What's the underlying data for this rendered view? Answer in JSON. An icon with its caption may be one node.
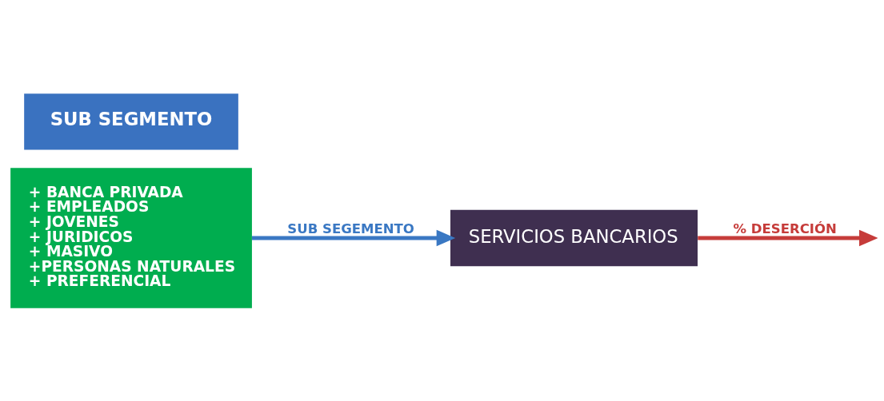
{
  "diagram": {
    "nodes": [
      {
        "text": [
          "SUB SEGMENTO"
        ]
      },
      {
        "text": [
          "+ BANCA PRIVADA",
          "+ EMPLEADOS",
          "+ JOVENES",
          "+ JURIDICOS",
          "+ MASIVO",
          "+PERSONAS NATURALES",
          "+ PREFERENCIAL"
        ]
      },
      {
        "text": [
          "SERVICIOS BANCARIOS"
        ]
      }
    ],
    "edges": [
      {
        "from": 1,
        "to": 2,
        "arrow": "to",
        "label": "SUB SEGEMENTO",
        "color": "#3a78c3"
      },
      {
        "from": 2,
        "to": null,
        "arrow": "to",
        "label": "% DESERCIÓN",
        "color": "#c63c3a"
      }
    ]
  }
}
